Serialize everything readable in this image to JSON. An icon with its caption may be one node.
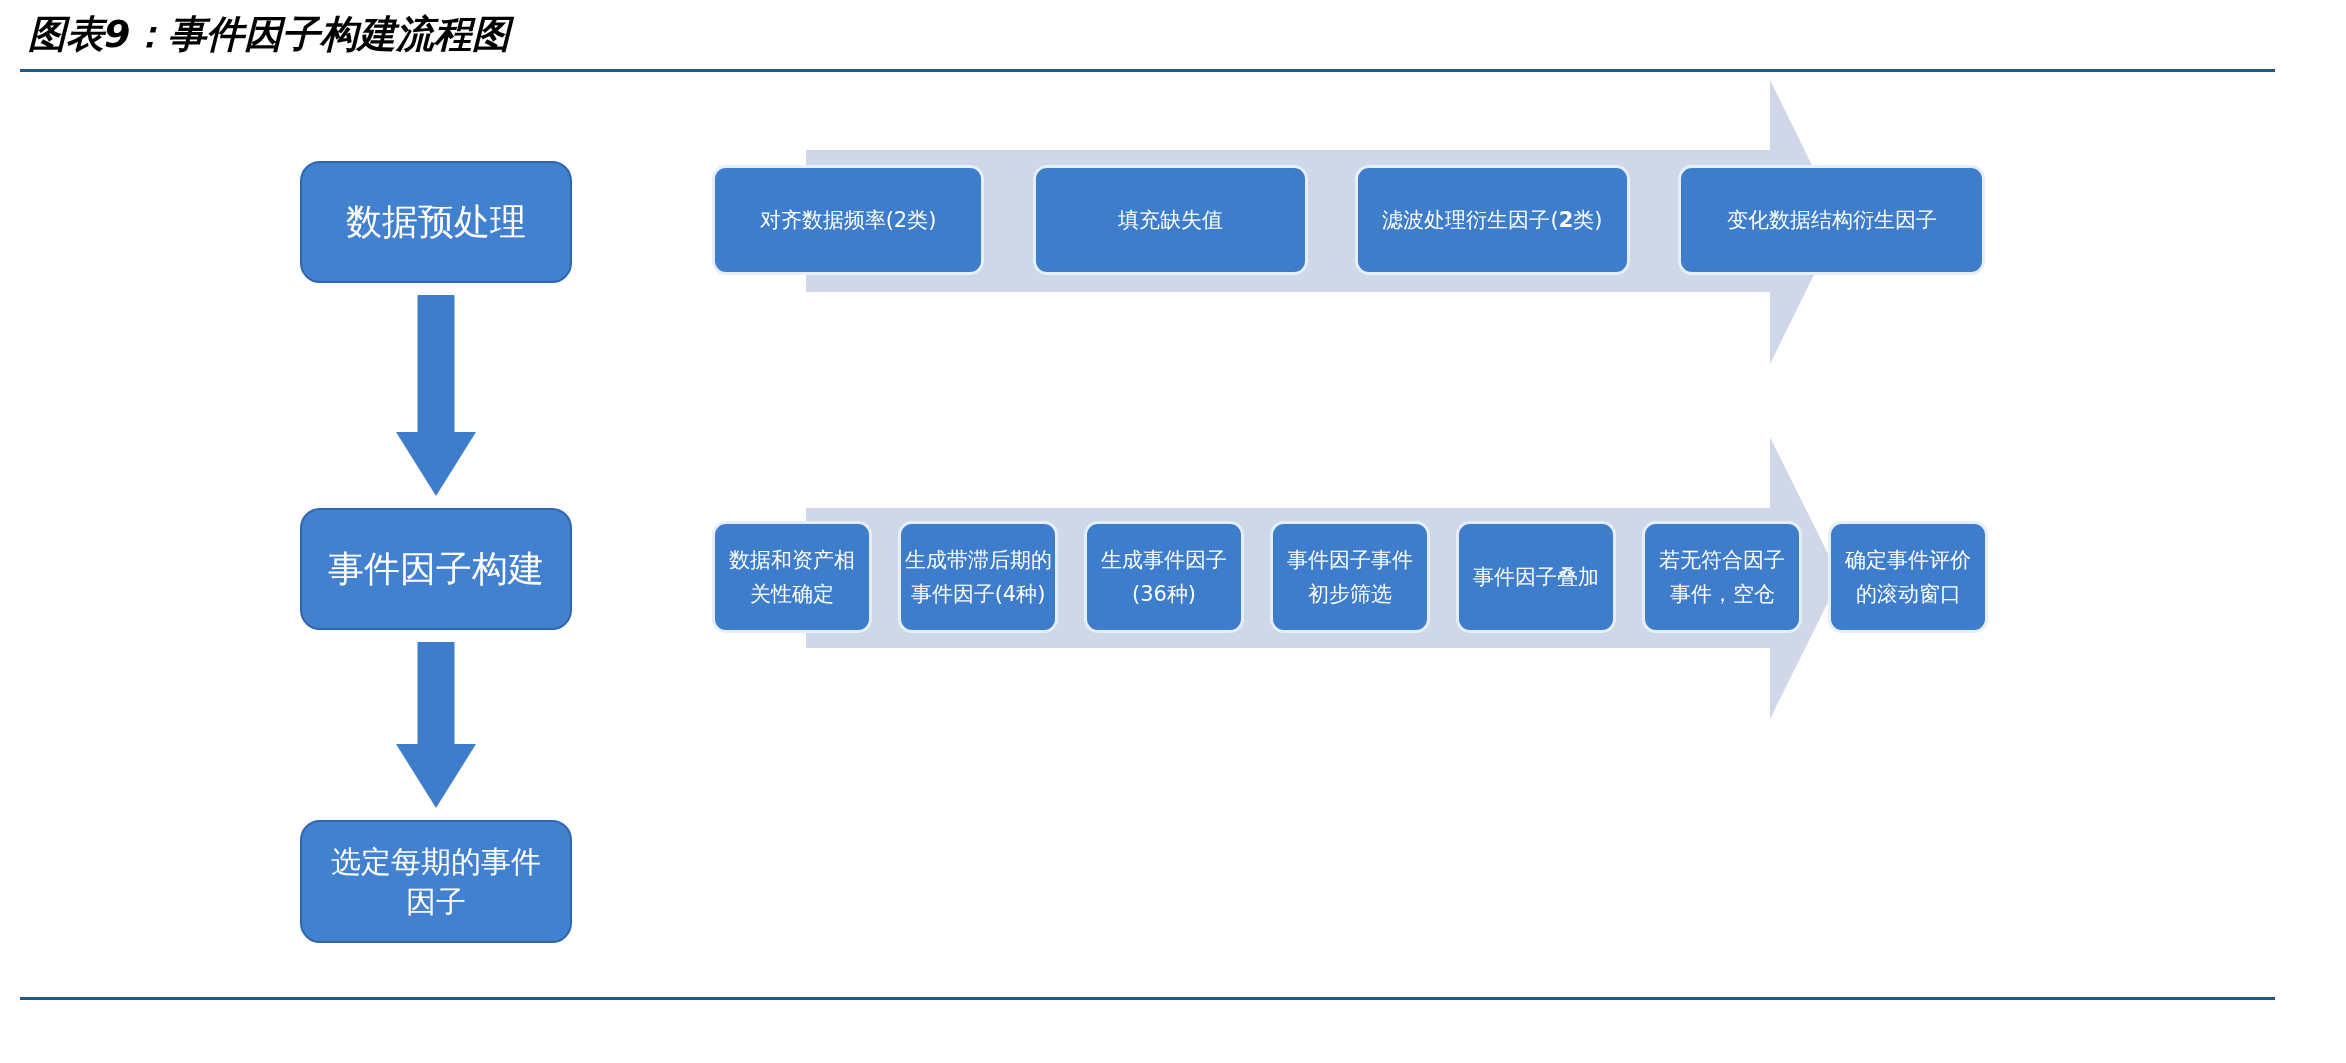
{
  "diagram": {
    "title": "图表9：事件因子构建流程图",
    "nodes": [
      {
        "text": [
          "数据预处理"
        ]
      },
      {
        "text": [
          "对齐数据频率(2类)"
        ]
      },
      {
        "text": [
          "填充缺失值"
        ]
      },
      {
        "text": [
          "滤波处理衍生因子(**2**类)"
        ]
      },
      {
        "text": [
          "变化数据结构衍生因子"
        ]
      },
      {
        "text": [
          "事件因子构建"
        ]
      },
      {
        "text": [
          "数据和资产相关性确定"
        ]
      },
      {
        "text": [
          "生成带滞后期的事件因子(4种)"
        ]
      },
      {
        "text": [
          "生成事件因子(36种)"
        ]
      },
      {
        "text": [
          "事件因子事件初步筛选"
        ]
      },
      {
        "text": [
          "事件因子叠加"
        ]
      },
      {
        "text": [
          "若无符合因子事件，空仓"
        ]
      },
      {
        "text": [
          "确定事件评价的滚动窗口"
        ]
      },
      {
        "text": [
          "选定每期的事件因子"
        ]
      }
    ],
    "edges": [
      {
        "from": 0,
        "to": 5,
        "arrow": "to"
      },
      {
        "from": 5,
        "to": 13,
        "arrow": "to"
      }
    ]
  }
}
